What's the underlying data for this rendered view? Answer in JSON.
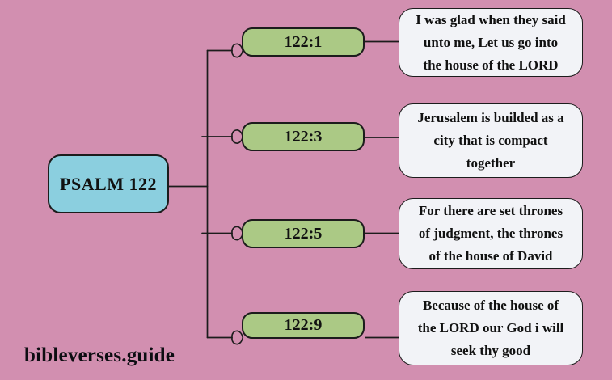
{
  "page": {
    "watermark": "bibleverses.guide"
  },
  "root_node": {
    "label": "PSALM 122"
  },
  "branches": [
    {
      "ref": "122:1",
      "verse_lines": [
        "I was glad when they said",
        "unto me, Let us go into",
        "the house of the LORD"
      ]
    },
    {
      "ref": "122:3",
      "verse_lines": [
        "Jerusalem is builded as a",
        "city that is compact",
        "together"
      ]
    },
    {
      "ref": "122:5",
      "verse_lines": [
        "For there are set thrones",
        "of judgment, the thrones",
        "of the house of David"
      ]
    },
    {
      "ref": "122:9",
      "verse_lines": [
        "Because of the house of",
        "the LORD our God i will",
        "seek thy good"
      ]
    }
  ],
  "colors": {
    "background_pink": "#d28fb0",
    "reference_node_green": "#abc985",
    "root_node_teal": "#8bcfdf",
    "verse_box_white": "#f2f3f7",
    "connector_line": "#1c1c1c"
  }
}
